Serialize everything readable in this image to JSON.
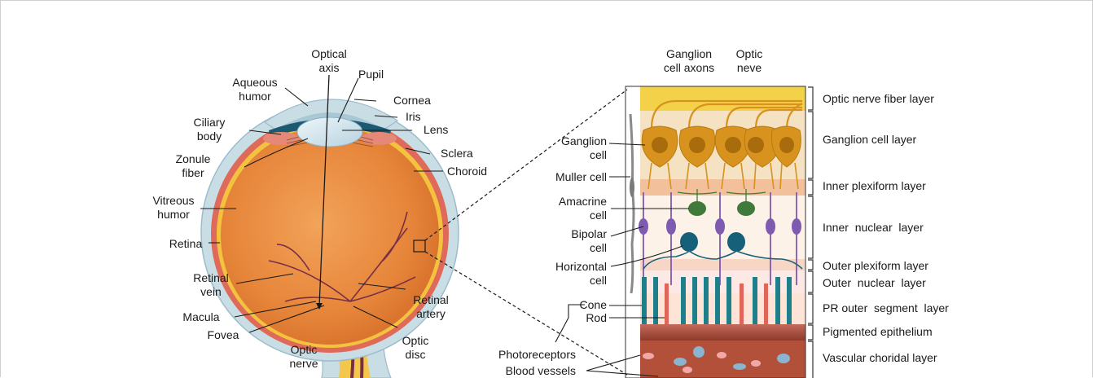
{
  "eye": {
    "optical_axis_1": "Optical",
    "optical_axis_2": "axis",
    "pupil": "Pupil",
    "aqueous_1": "Aqueous",
    "aqueous_2": "humor",
    "cornea": "Cornea",
    "iris": "Iris",
    "ciliary_1": "Ciliary",
    "ciliary_2": "body",
    "lens": "Lens",
    "zonule_1": "Zonule",
    "zonule_2": "fiber",
    "sclera": "Sclera",
    "choroid": "Choroid",
    "vitreous_1": "Vitreous",
    "vitreous_2": "humor",
    "retina": "Retina",
    "retinal_vein_1": "Retinal",
    "retinal_vein_2": "vein",
    "retinal_artery_1": "Retinal",
    "retinal_artery_2": "artery",
    "macula": "Macula",
    "fovea": "Fovea",
    "optic_nerve_1": "Optic",
    "optic_nerve_2": "nerve",
    "optic_disc_1": "Optic",
    "optic_disc_2": "disc"
  },
  "retina": {
    "top_labels": {
      "ganglion_axons_1": "Ganglion",
      "ganglion_axons_2": "cell axons",
      "optic_neve_1": "Optic",
      "optic_neve_2": "neve"
    },
    "cell_labels": {
      "ganglion_1": "Ganglion",
      "ganglion_2": "cell",
      "muller": "Muller cell",
      "amacrine_1": "Amacrine",
      "amacrine_2": "cell",
      "bipolar_1": "Bipolar",
      "bipolar_2": "cell",
      "horizontal_1": "Horizontal",
      "horizontal_2": "cell",
      "cone": "Cone",
      "rod": "Rod",
      "photoreceptors": "Photoreceptors",
      "blood_vessels": "Blood vessels"
    },
    "layers": [
      "Optic nerve fiber layer",
      "Ganglion cell layer",
      "Inner plexiform layer",
      "Inner  nuclear  layer",
      "Outer plexiform layer",
      "Outer  nuclear  layer",
      "PR outer  segment  layer",
      "Pigmented epithelium",
      "Vascular choridal layer"
    ]
  },
  "colors": {
    "eyeball": "#e8883a",
    "sclera": "#c9dde5",
    "choroid": "#e06a5a",
    "retina_line": "#f3c23e",
    "ganglion": "#d8921e",
    "bipolar": "#7e5ab0",
    "amacrine": "#3f7a3a",
    "horizontal": "#17607a",
    "cone": "#1d7f8a",
    "rod": "#e0665a",
    "vascular": "#b3503a"
  }
}
